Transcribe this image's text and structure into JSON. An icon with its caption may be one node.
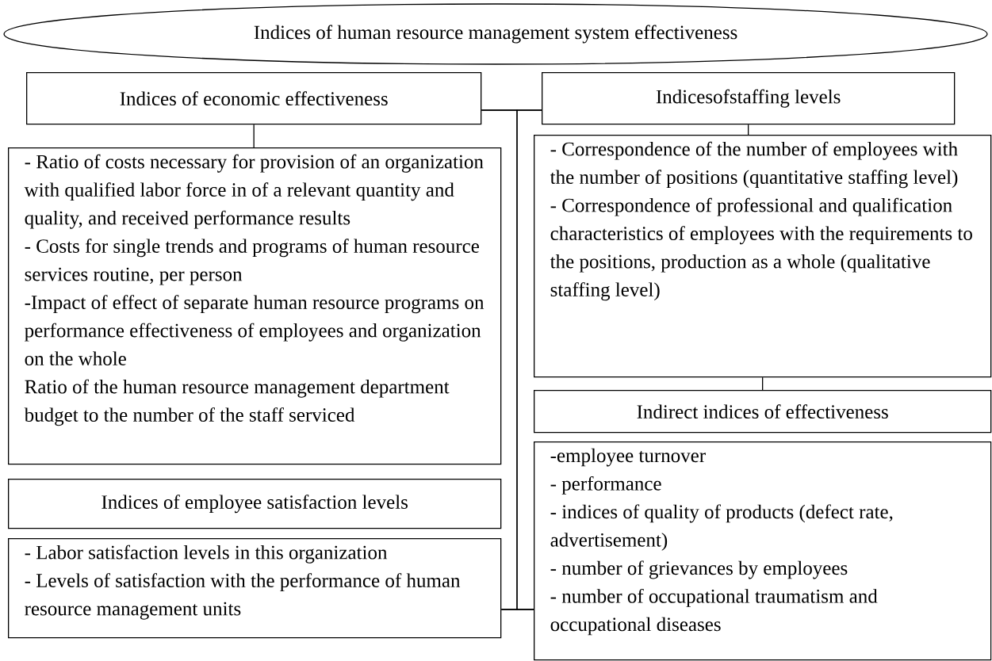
{
  "diagram": {
    "nodes": [
      {
        "text": [
          "Indices of human resource management system effectiveness"
        ]
      },
      {
        "text": [
          "Indices of economic effectiveness"
        ]
      },
      {
        "text": [
          "Indicesofstaffing levels"
        ]
      },
      {
        "text": [
          "- Ratio of costs necessary for provision of an organization with qualified labor force in of a relevant quantity and quality, and received performance results",
          "- Costs for single trends and programs of human resource services routine, per person",
          "-Impact of effect of separate human resource programs on performance effectiveness of employees and organization on the whole",
          "Ratio of the human resource management department budget to the number of the staff serviced"
        ]
      },
      {
        "text": [
          "- Correspondence of the number of employees with the number of positions (quantitative staffing level)",
          "- Correspondence of professional and qualification characteristics of employees with the requirements to the positions, production as a whole (qualitative staffing level)"
        ]
      },
      {
        "text": [
          "Indirect indices of effectiveness"
        ]
      },
      {
        "text": [
          "Indices of employee satisfaction levels"
        ]
      },
      {
        "text": [
          "- Labor satisfaction levels in this organization",
          "- Levels of satisfaction with the performance of human resource management units"
        ]
      },
      {
        "text": [
          "-employee turnover",
          "- performance",
          "- indices of quality of products (defect rate, advertisement)",
          "- number of grievances by employees",
          "- number of occupational traumatism and occupational diseases"
        ]
      }
    ],
    "edges": [
      {
        "from": 1,
        "to": 2,
        "arrow": "none"
      },
      {
        "from": 7,
        "to": 8,
        "arrow": "none"
      },
      {
        "from": 1,
        "to": 7,
        "arrow": "none"
      },
      {
        "from": 2,
        "to": 8,
        "arrow": "none"
      },
      {
        "from": 1,
        "to": 3,
        "arrow": "none"
      },
      {
        "from": 2,
        "to": 4,
        "arrow": "none"
      },
      {
        "from": 4,
        "to": 5,
        "arrow": "none"
      }
    ]
  }
}
